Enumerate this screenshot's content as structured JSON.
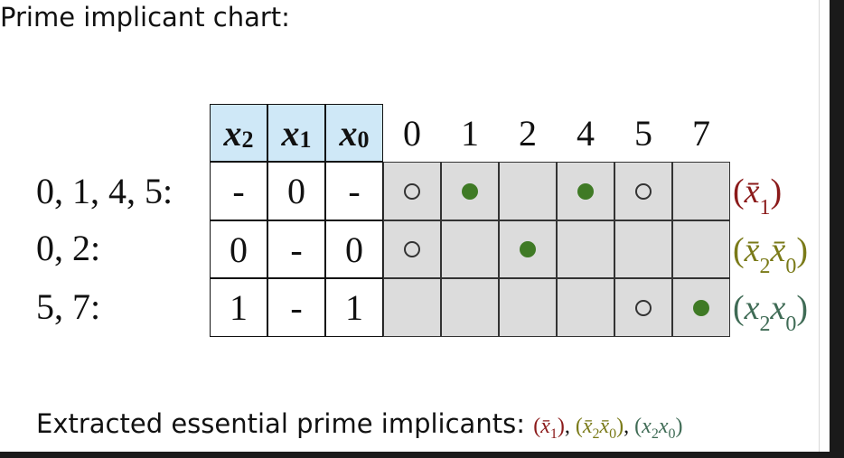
{
  "title": "Prime implicant chart:",
  "headers": [
    {
      "var": "x",
      "sub": "2"
    },
    {
      "var": "x",
      "sub": "1"
    },
    {
      "var": "x",
      "sub": "0"
    }
  ],
  "minterms": [
    "0",
    "1",
    "2",
    "4",
    "5",
    "7"
  ],
  "rows": [
    {
      "label": "0, 1, 4, 5:",
      "bits": [
        "-",
        "0",
        "-"
      ],
      "marks": [
        "open",
        "filled",
        "",
        "filled",
        "open",
        ""
      ],
      "term": {
        "open": "(",
        "body": "x̄",
        "sub": "1",
        "body2": "",
        "sub2": "",
        "close": ")",
        "color": "#8b1a1a"
      }
    },
    {
      "label": "0, 2:",
      "bits": [
        "0",
        "-",
        "0"
      ],
      "marks": [
        "open",
        "",
        "filled",
        "",
        "",
        ""
      ],
      "term": {
        "open": "(",
        "body": "x̄",
        "sub": "2",
        "body2": "x̄",
        "sub2": "0",
        "close": ")",
        "color": "#7a7a18"
      }
    },
    {
      "label": "5, 7:",
      "bits": [
        "1",
        "-",
        "1"
      ],
      "marks": [
        "",
        "",
        "",
        "",
        "open",
        "filled"
      ],
      "term": {
        "open": "(",
        "body": "x",
        "sub": "2",
        "body2": "x",
        "sub2": "0",
        "close": ")",
        "color": "#3f6b55"
      }
    }
  ],
  "footer": {
    "text": "Extracted essential prime implicants: ",
    "sep": ", "
  },
  "colors": {
    "header_bg": "#cfe8f7",
    "grid_bg": "#dcdcdc",
    "dot_filled": "#3f7a25"
  }
}
